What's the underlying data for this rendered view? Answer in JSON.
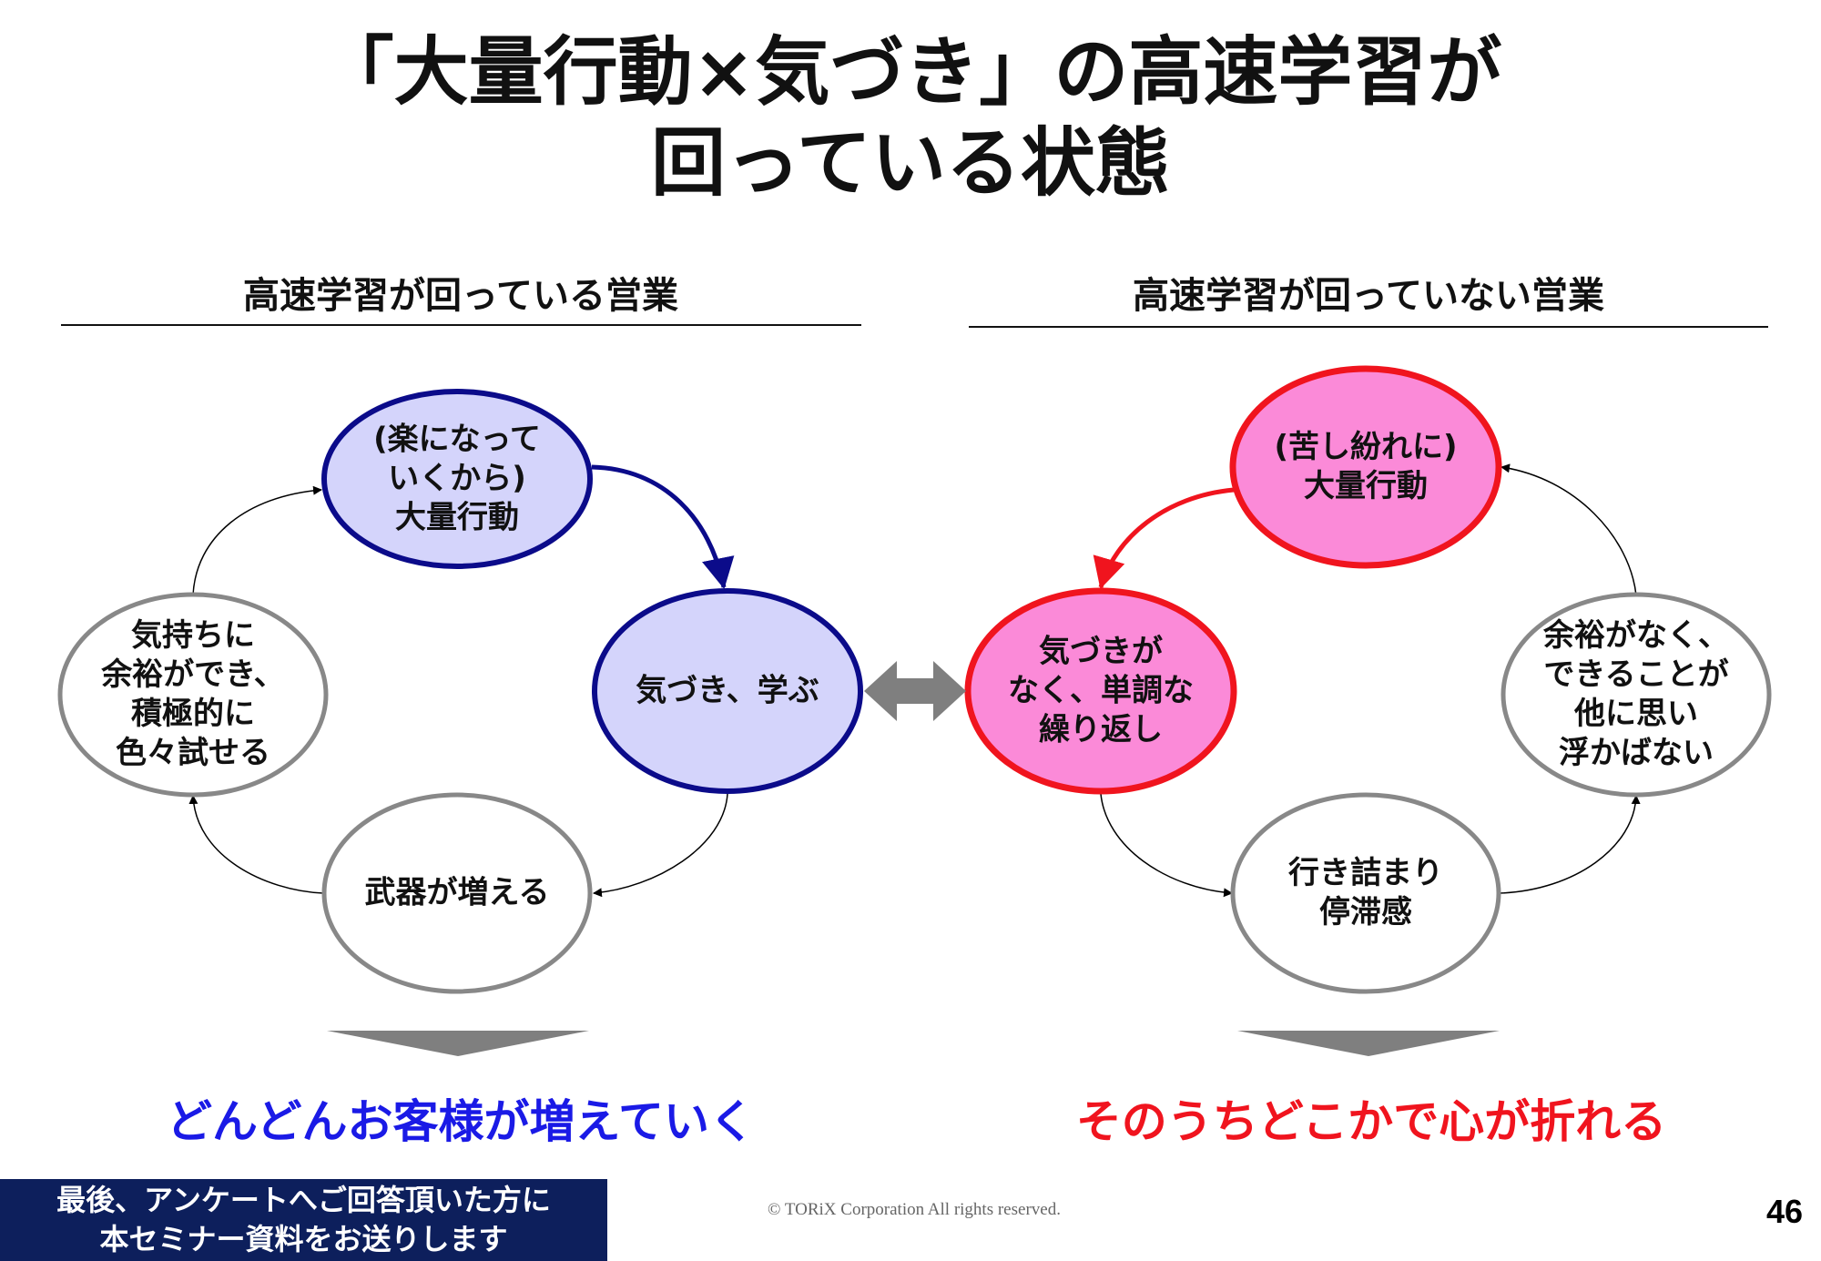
{
  "title": {
    "line1": "「大量行動×気づき」の高速学習が",
    "line2": "回っている状態"
  },
  "left": {
    "heading": "高速学習が回っている営業",
    "nodes": {
      "action": "(楽になって\nいくから)\n大量行動",
      "insight": "気づき、学ぶ",
      "weapons": "武器が増える",
      "margin": "気持ちに\n余裕ができ、\n積極的に\n色々試せる"
    },
    "conclusion": "どんどんお客様が増えていく",
    "colors": {
      "fill": "#d4d4fb",
      "stroke": "#0b0b8a",
      "conclusion": "#1a1ae6"
    }
  },
  "right": {
    "heading": "高速学習が回っていない営業",
    "nodes": {
      "action": "(苦し紛れに)\n大量行動",
      "no_insight": "気づきが\nなく、単調な\n繰り返し",
      "stuck": "行き詰まり\n停滞感",
      "no_margin": "余裕がなく、\nできることが\n他に思い\n浮かばない"
    },
    "conclusion": "そのうちどこかで心が折れる",
    "colors": {
      "fill": "#fb8ad8",
      "stroke": "#f0141e",
      "conclusion": "#f0141e"
    }
  },
  "footer": {
    "notice_line1": "最後、アンケートへご回答頂いた方に",
    "notice_line2": "本セミナー資料をお送りします",
    "copyright": "© TORiX Corporation All rights reserved.",
    "page_number": "46"
  }
}
